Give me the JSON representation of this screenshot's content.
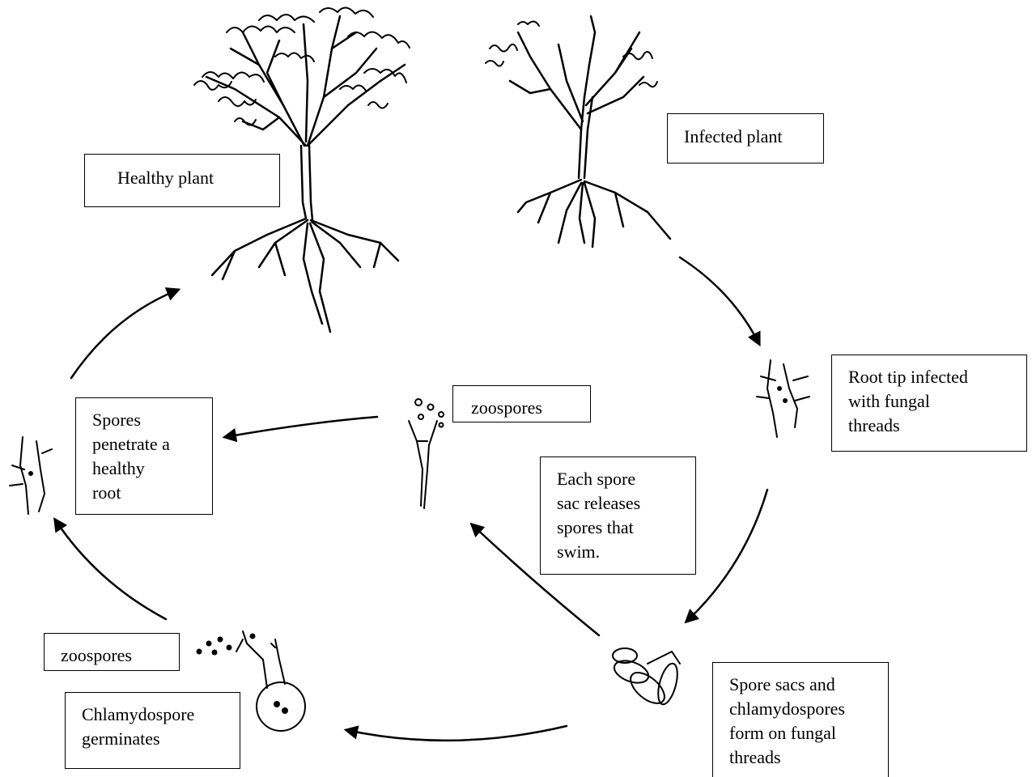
{
  "labels": {
    "healthy_plant": "Healthy plant",
    "infected_plant": "Infected plant",
    "root_tip": [
      "Root tip infected",
      "with fungal",
      "threads"
    ],
    "spore_sac": [
      "Each spore",
      "sac releases",
      "spores that",
      "swim."
    ],
    "zoospores_middle": "zoospores",
    "spores_penetrate": [
      "Spores",
      "penetrate a",
      "healthy",
      "root"
    ],
    "zoospores_bottom": "zoospores",
    "chlamydospore": [
      "Chlamydospore",
      "germinates"
    ],
    "spore_sacs_form": [
      "Spore sacs and",
      "chlamydospores",
      "form on fungal",
      "threads"
    ]
  }
}
